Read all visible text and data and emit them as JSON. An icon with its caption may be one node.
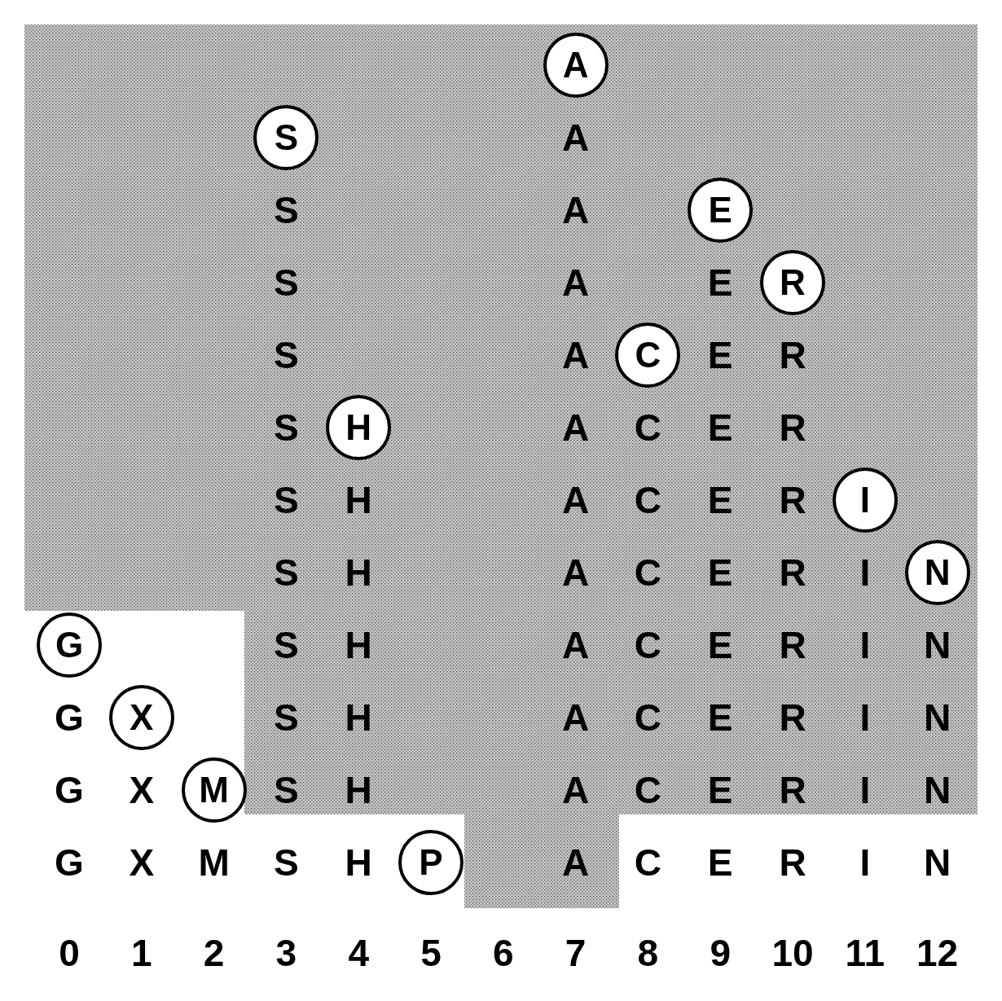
{
  "diagram": {
    "nodes": [
      {
        "text": [
          "A"
        ]
      },
      {
        "text": [
          "S"
        ]
      },
      {
        "text": [
          "E"
        ]
      },
      {
        "text": [
          "R"
        ]
      },
      {
        "text": [
          "C"
        ]
      },
      {
        "text": [
          "H"
        ]
      },
      {
        "text": [
          "I"
        ]
      },
      {
        "text": [
          "N"
        ]
      },
      {
        "text": [
          "G"
        ]
      },
      {
        "text": [
          "X"
        ]
      },
      {
        "text": [
          "M"
        ]
      },
      {
        "text": [
          "P"
        ]
      }
    ],
    "labels": [
      "A",
      "S",
      "A",
      "S",
      "A",
      "E",
      "S",
      "A",
      "E",
      "R",
      "S",
      "A",
      "C",
      "E",
      "R",
      "S",
      "H",
      "A",
      "C",
      "E",
      "R",
      "S",
      "H",
      "A",
      "C",
      "E",
      "R",
      "I",
      "S",
      "H",
      "A",
      "C",
      "E",
      "R",
      "I",
      "N",
      "G",
      "S",
      "H",
      "A",
      "C",
      "E",
      "R",
      "I",
      "N",
      "G",
      "X",
      "S",
      "H",
      "A",
      "C",
      "E",
      "R",
      "I",
      "N",
      "G",
      "X",
      "M",
      "S",
      "H",
      "A",
      "C",
      "E",
      "R",
      "I",
      "N",
      "0",
      "1",
      "2",
      "3",
      "4",
      "5",
      "6",
      "7",
      "8",
      "9",
      "10",
      "11",
      "12"
    ]
  }
}
